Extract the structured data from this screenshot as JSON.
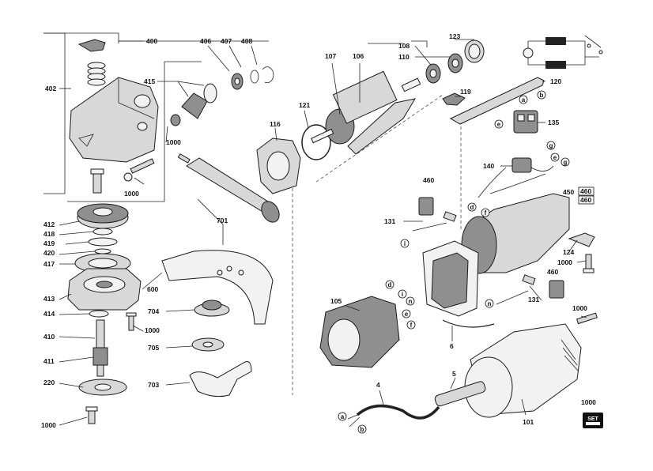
{
  "diagram": {
    "part_labels": {
      "400": "400",
      "402": "402",
      "406": "406",
      "407": "407",
      "408": "408",
      "415": "415",
      "1000_a": "1000",
      "1000_b": "1000",
      "412": "412",
      "418": "418",
      "419": "419",
      "420": "420",
      "417": "417",
      "413": "413",
      "414": "414",
      "1000_c": "1000",
      "410": "410",
      "411": "411",
      "220": "220",
      "1000_d": "1000",
      "701": "701",
      "600": "600",
      "704": "704",
      "705": "705",
      "703": "703",
      "116": "116",
      "107": "107",
      "106": "106",
      "121": "121",
      "108": "108",
      "110": "110",
      "123": "123",
      "119": "119",
      "120": "120",
      "135": "135",
      "140": "140",
      "460_a": "460",
      "450": "450",
      "460_b": "460",
      "460_c": "460",
      "131_a": "131",
      "124": "124",
      "1000_e": "1000",
      "460_d": "460",
      "131_b": "131",
      "105": "105",
      "6": "6",
      "1000_f": "1000",
      "5": "5",
      "4": "4",
      "101": "101",
      "1000_g": "1000"
    },
    "callout_letters": {
      "a1": "a",
      "b1": "b",
      "e1": "e",
      "g1": "g",
      "e2": "e",
      "g2": "g",
      "d1": "d",
      "f1": "f",
      "i1": "i",
      "d2": "d",
      "i2": "i",
      "n1": "n",
      "e3": "e",
      "f2": "f",
      "n2": "n",
      "a2": "a",
      "b2": "b"
    },
    "set_badge": "SET"
  }
}
